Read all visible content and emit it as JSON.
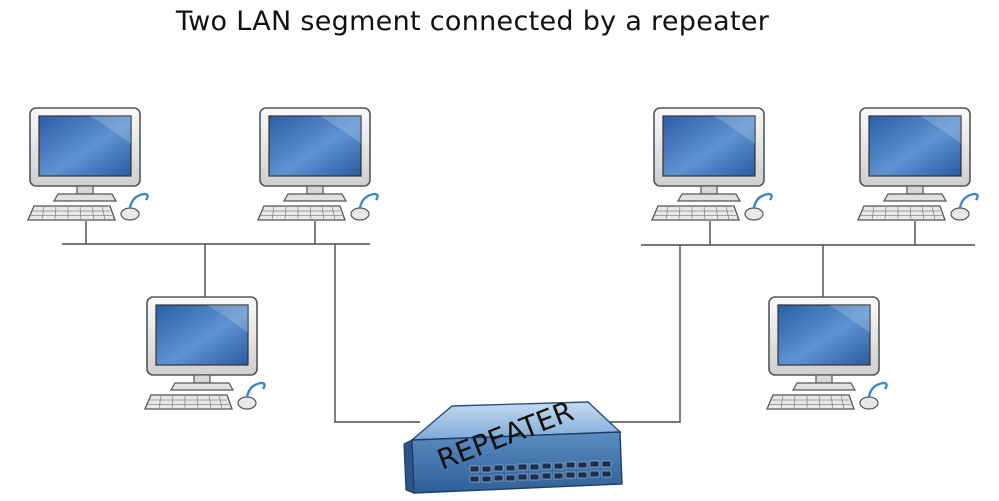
{
  "title": "Two LAN segment connected by a repeater",
  "repeater": {
    "label": "REPEATER"
  },
  "colors": {
    "screen": "#2a5fa8",
    "screen_highlight": "#7fb0e6",
    "monitor_body": "#e6e6e6",
    "cable": "#4a4a4a",
    "repeater_body": "#4d7fb5",
    "repeater_top": "#a9c7e8"
  },
  "segments": [
    {
      "name": "left-segment",
      "computers": 3
    },
    {
      "name": "right-segment",
      "computers": 3
    }
  ]
}
